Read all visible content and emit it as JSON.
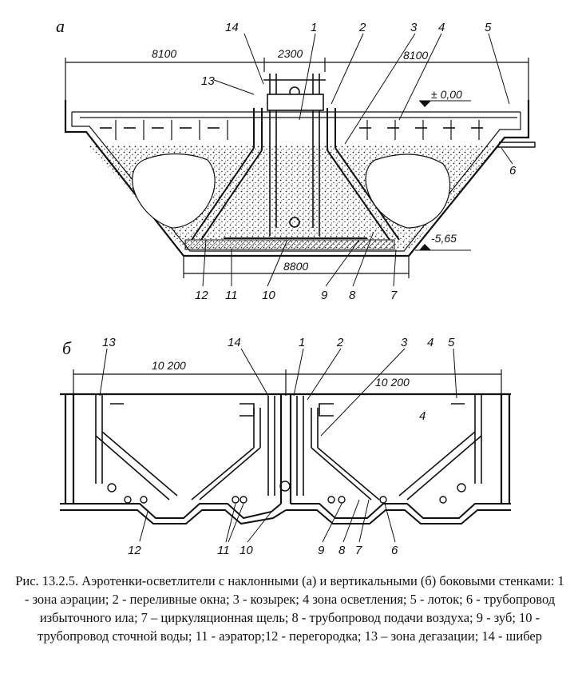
{
  "panel_a": {
    "letter": "а",
    "dim_left": "8100",
    "dim_center": "2300",
    "dim_right": "8100",
    "level_top": "± 0,00",
    "level_bottom": "-5,65",
    "dim_bottom": "8800",
    "labels": [
      "14",
      "1",
      "2",
      "3",
      "4",
      "5",
      "13",
      "6",
      "12",
      "11",
      "10",
      "9",
      "8",
      "7"
    ]
  },
  "panel_b": {
    "letter": "б",
    "dim_left": "10 200",
    "dim_right": "10 200",
    "labels": [
      "13",
      "14",
      "1",
      "2",
      "3",
      "4",
      "5",
      "12",
      "11",
      "10",
      "9",
      "8",
      "7",
      "6"
    ]
  },
  "caption": "Рис. 13.2.5. Аэротенки-осветлители с наклонными (а) и вертикальными (б) боковыми стенками: 1 - зона аэрации; 2 - переливные окна; 3 - козырек; 4 зона осветления; 5 - лоток; 6 - трубопровод избыточного ила; 7 – циркуляционная щель; 8 - трубопровод подачи воздуха; 9 - зуб; 10 - трубопровод сточной воды; 11 - аэратор;12 - перегородка; 13 – зона дегазации; 14 - шибер"
}
